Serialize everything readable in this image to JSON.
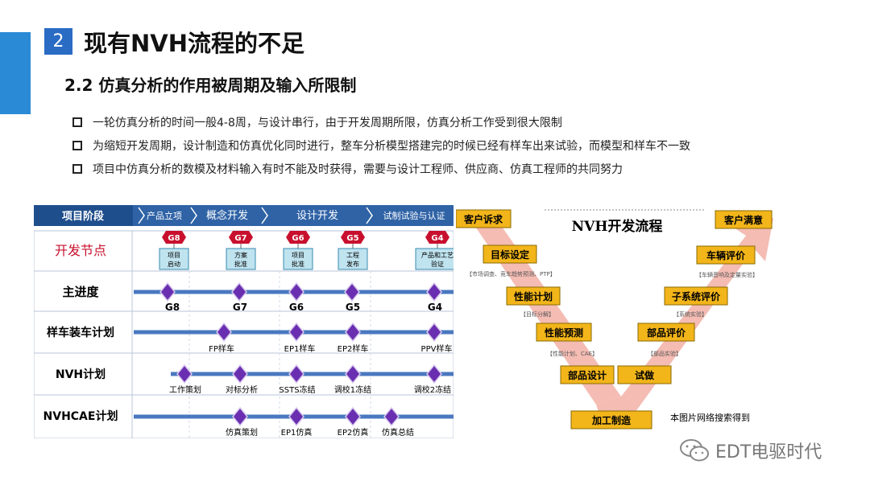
{
  "section_number": "2",
  "page_title": "现有NVH流程的不足",
  "subtitle": "2.2 仿真分析的作用被周期及输入所限制",
  "bullets": [
    "一轮仿真分析的时间一般4-8周，与设计串行，由于开发周期所限，仿真分析工作受到很大限制",
    "为缩短开发周期，设计制造和仿真优化同时进行，整车分析模型搭建完的时候已经有样车出来试验，而模型和样车不一致",
    "项目中仿真分析的数模及材料输入有时不能及时获得，需要与设计工程师、供应商、仿真工程师的共同努力"
  ],
  "timeline": {
    "header_label": "项目阶段",
    "phases": [
      "产品立项",
      "概念开发",
      "设计开发",
      "试制试验与认证"
    ],
    "row_labels": [
      "开发节点",
      "主进度",
      "样车装车计划",
      "NVH计划",
      "NVHCAE计划"
    ],
    "gates": [
      {
        "code": "G8",
        "box": "项目\n启动"
      },
      {
        "code": "G7",
        "box": "方案\n批准"
      },
      {
        "code": "G6",
        "box": "项目\n批准"
      },
      {
        "code": "G5",
        "box": "工程\n发布"
      },
      {
        "code": "G4",
        "box": "产品和工艺\n验证"
      }
    ],
    "main_schedule": [
      "G8",
      "G7",
      "G6",
      "G5",
      "G4"
    ],
    "vehicle_plan": [
      "FP样车",
      "EP1样车",
      "EP2样车",
      "PPV样车"
    ],
    "nvh_plan": [
      "工作策划",
      "对标分析",
      "SSTS冻结",
      "调校1冻结",
      "调校2冻结"
    ],
    "cae_plan": [
      "仿真策划",
      "EP1仿真",
      "EP2仿真",
      "仿真总结"
    ]
  },
  "vflow": {
    "title": "NVH开发流程",
    "left_steps": [
      {
        "label": "客户诉求",
        "note": ""
      },
      {
        "label": "目标设定",
        "note": "【市场调查、竞车趋势预测、PTP】"
      },
      {
        "label": "性能计划",
        "note": "【目标分解】"
      },
      {
        "label": "性能预测",
        "note": "【性能计划、CAE】"
      },
      {
        "label": "部品设计",
        "note": ""
      }
    ],
    "right_steps": [
      {
        "label": "客户满意",
        "note": ""
      },
      {
        "label": "车辆评价",
        "note": "【车辆音响及定量实验】"
      },
      {
        "label": "子系统评价",
        "note": "【系统实验】"
      },
      {
        "label": "部品评价",
        "note": "【部品实验】"
      },
      {
        "label": "试做",
        "note": ""
      }
    ],
    "bottom_step": "加工制造",
    "source_note": "本图片网络搜索得到"
  },
  "watermark": "EDT电驱时代",
  "colors": {
    "accent": "#2a6cc4",
    "header_bar": "#1f4e8c",
    "diamond": "#6a2fb0",
    "gate": "#c8102e",
    "step_box": "#f2b51a",
    "arrow": "#e89a8f"
  }
}
